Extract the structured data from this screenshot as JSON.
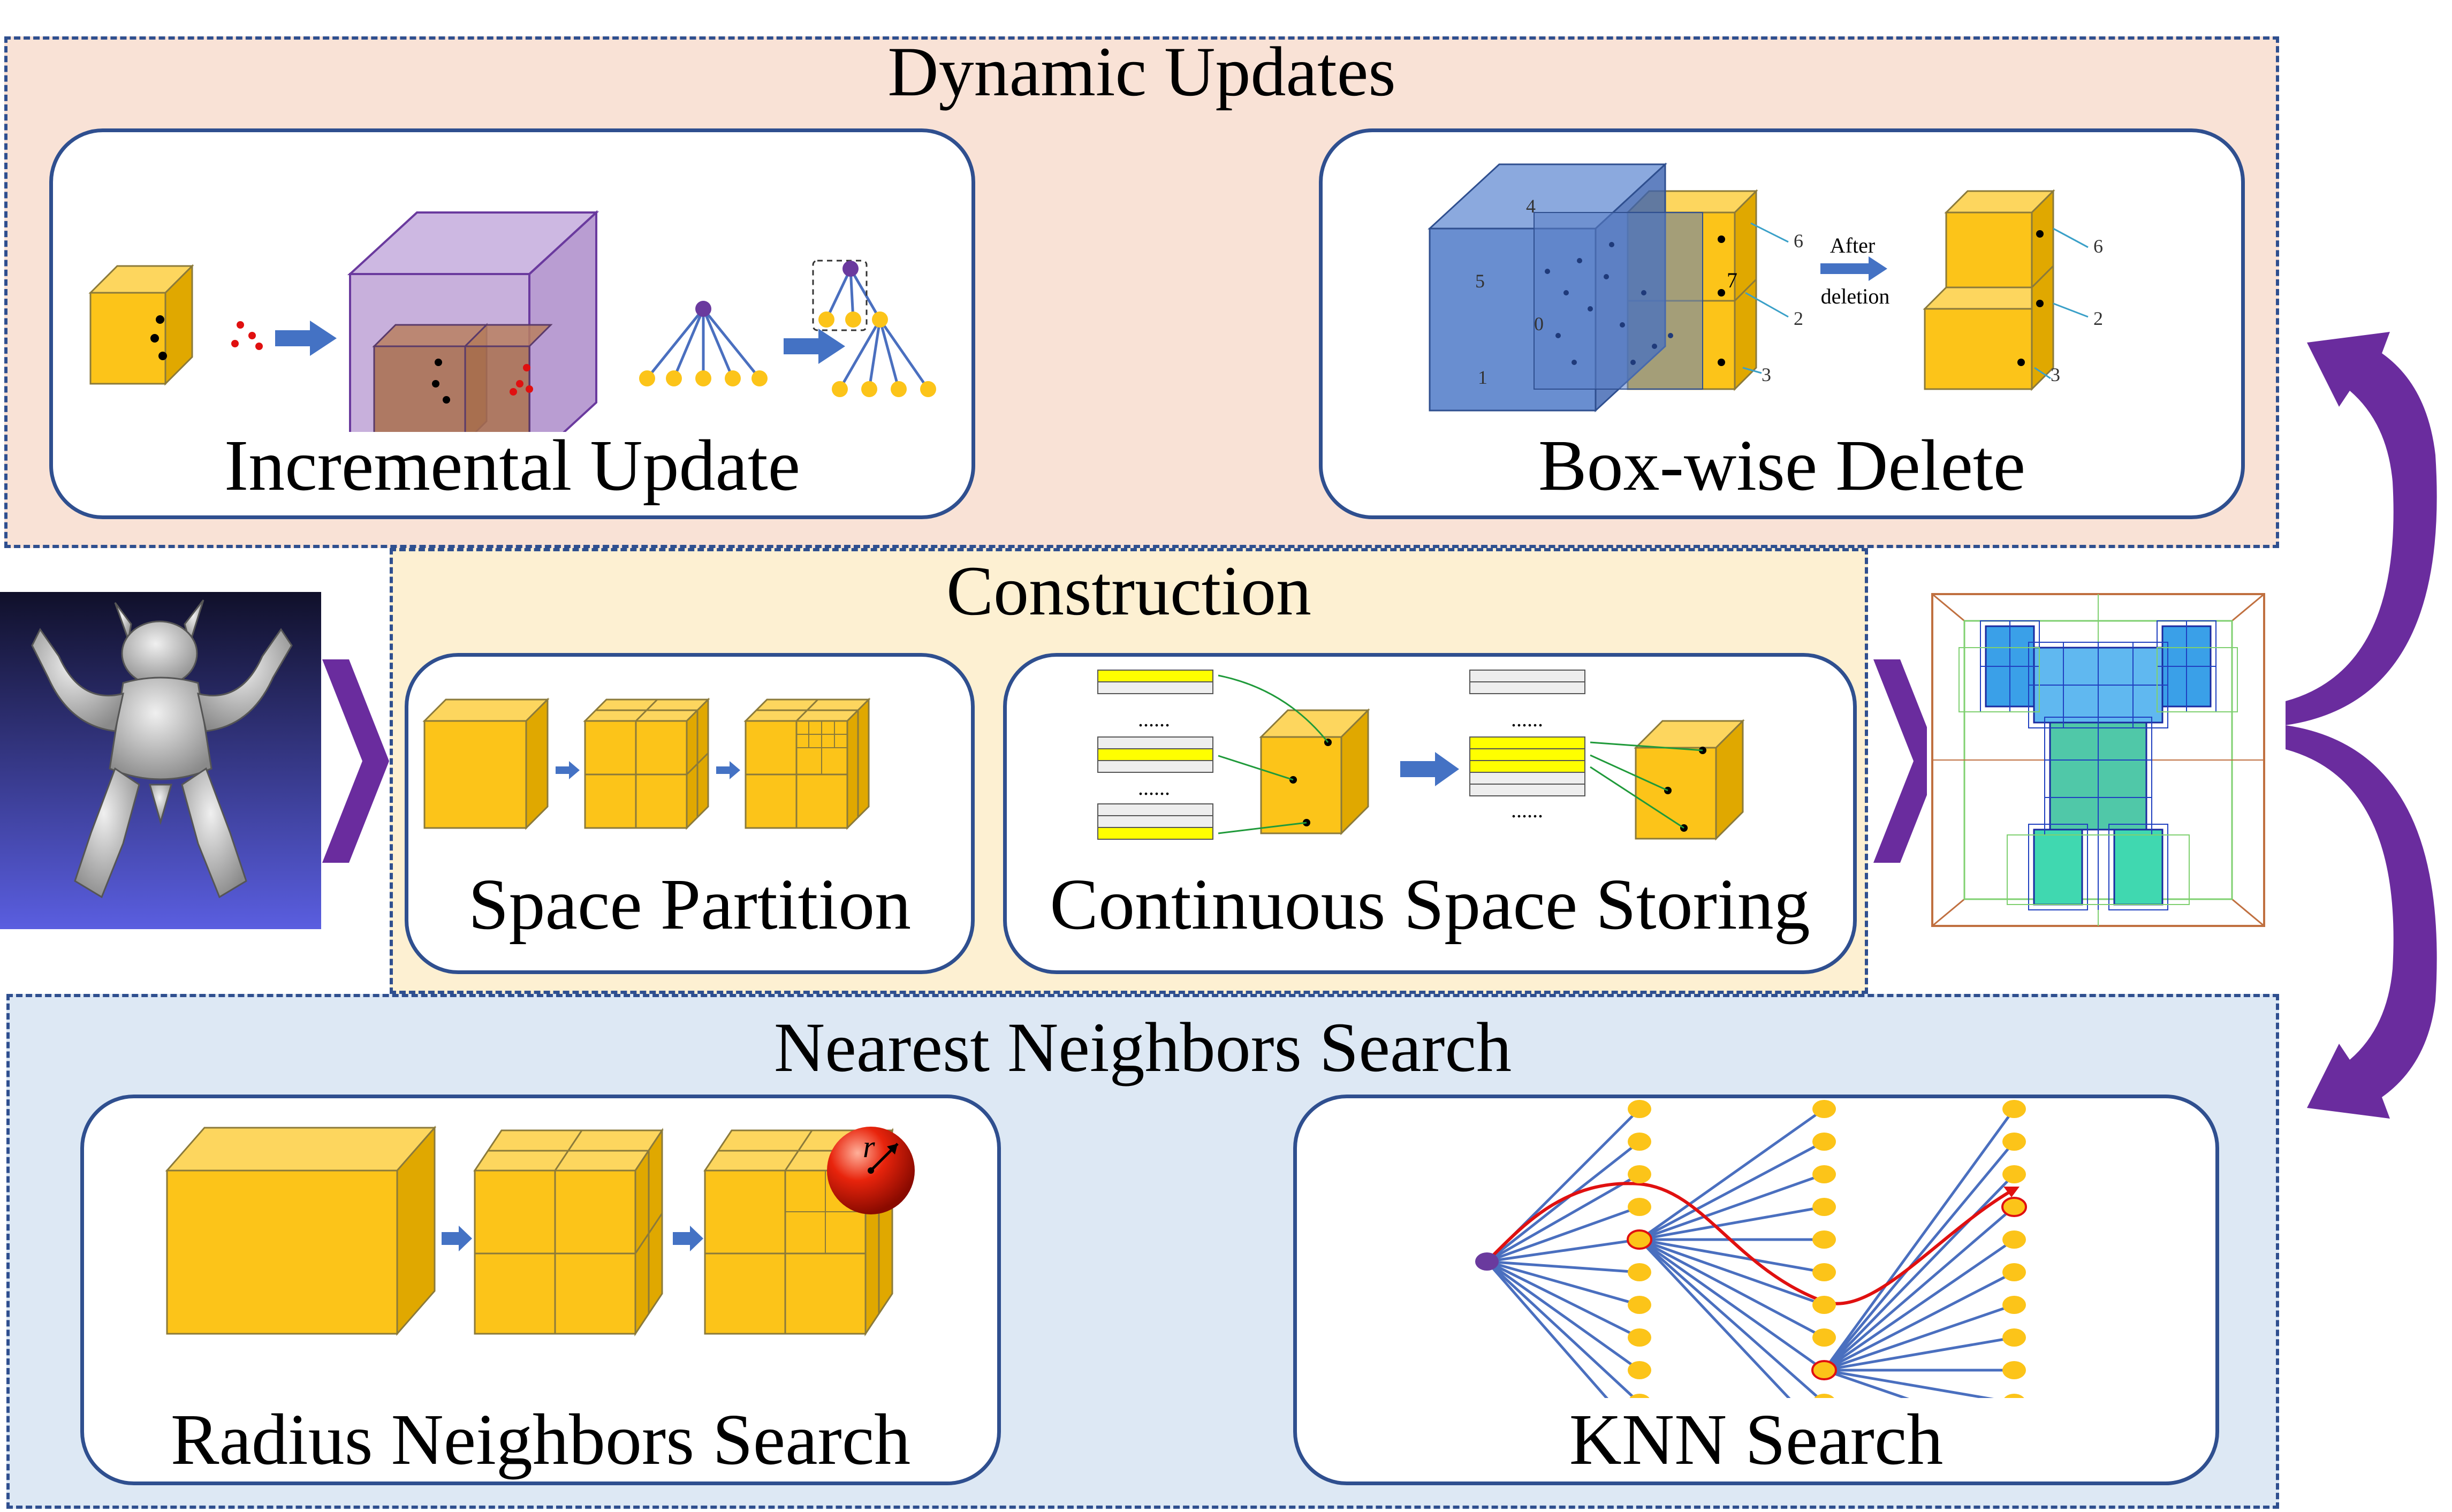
{
  "sections": {
    "dynamic_updates": {
      "title": "Dynamic Updates",
      "bg": "#f9e2d6"
    },
    "construction": {
      "title": "Construction",
      "bg": "#fdf0d2"
    },
    "nns": {
      "title": "Nearest Neighbors Search",
      "bg": "#dde8f4"
    }
  },
  "cards": {
    "incremental_update": "Incremental Update",
    "box_wise_delete": "Box-wise Delete",
    "space_partition": "Space Partition",
    "continuous_space_storing": "Continuous Space Storing",
    "radius_neighbors_search": "Radius Neighbors Search",
    "knn_search": "KNN Search"
  },
  "box_delete": {
    "label_after": "After",
    "label_deletion": "deletion",
    "numbers_left": [
      "4",
      "5",
      "0",
      "1",
      "6",
      "7",
      "2",
      "3"
    ],
    "numbers_right": [
      "6",
      "2",
      "3"
    ]
  },
  "storing": {
    "ellipsis": "......"
  },
  "radius": {
    "r_label": "r"
  },
  "colors": {
    "cube_face": "#fcc419",
    "cube_top": "#fdd65e",
    "cube_side": "#e0a800",
    "cube_edge": "#8b7a3a",
    "arrow_blue": "#4472c4",
    "tree_line": "#4a6fbf",
    "tree_leaf": "#fcc419",
    "tree_root": "#6a3a9e",
    "chevron_purple": "#6a2c9e",
    "dash_border": "#2f4f8f",
    "highlight_yellow": "#ffff00",
    "path_red": "#e01010"
  }
}
